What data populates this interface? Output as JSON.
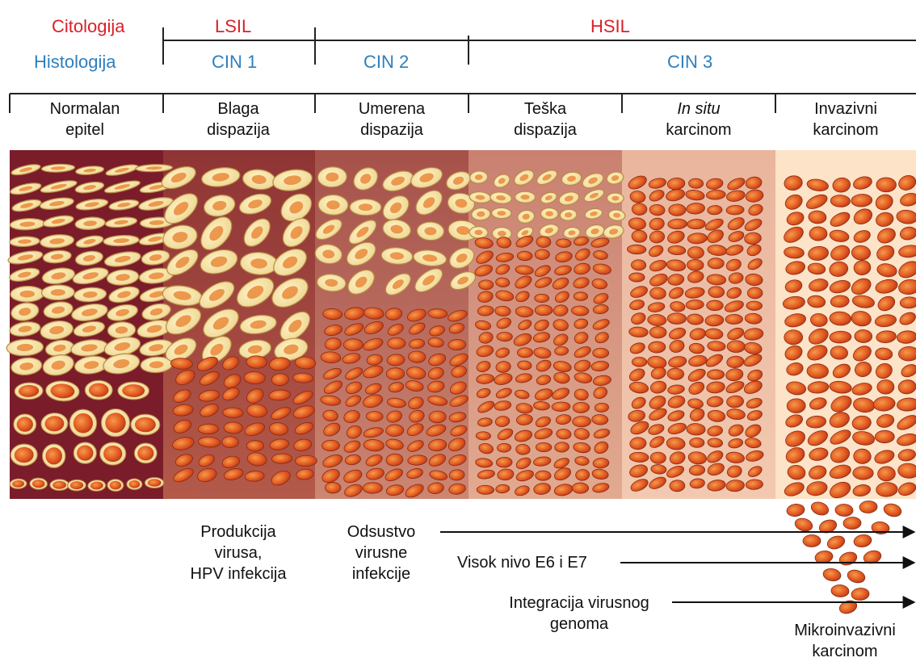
{
  "row_labels": {
    "cytology": "Citologija",
    "histology": "Histologija"
  },
  "cytology": {
    "lsil": "LSIL",
    "hsil": "HSIL"
  },
  "histology": {
    "cin1": "CIN 1",
    "cin2": "CIN 2",
    "cin3": "CIN 3"
  },
  "stages": [
    {
      "line1": "Normalan",
      "line2": "epitel"
    },
    {
      "line1": "Blaga",
      "line2": "dispazija"
    },
    {
      "line1": "Umerena",
      "line2": "dispazija"
    },
    {
      "line1": "Teška",
      "line2": "dispazija"
    },
    {
      "line1_italic": "In situ",
      "line2": "karcinom"
    },
    {
      "line1": "Invazivni",
      "line2": "karcinom"
    }
  ],
  "annotations": {
    "virus_production": [
      "Produkcija",
      "virusa,",
      "HPV infekcija"
    ],
    "absence_infection": [
      "Odsustvo",
      "virusne",
      "infekcije"
    ],
    "high_e6e7": "Visok nivo E6 i E7",
    "integration": [
      "Integracija virusnog",
      "genoma"
    ],
    "microinvasive": [
      "Mikroinvazivni",
      "karcinom"
    ]
  },
  "colors": {
    "cytology_text": "#d92128",
    "histology_text": "#2e7fbd",
    "normal_bg": "#7a1c2a",
    "invasive_bg": "#fde3c7",
    "cell_light": "#f6e3a6",
    "cell_orange": "#e2571f"
  }
}
